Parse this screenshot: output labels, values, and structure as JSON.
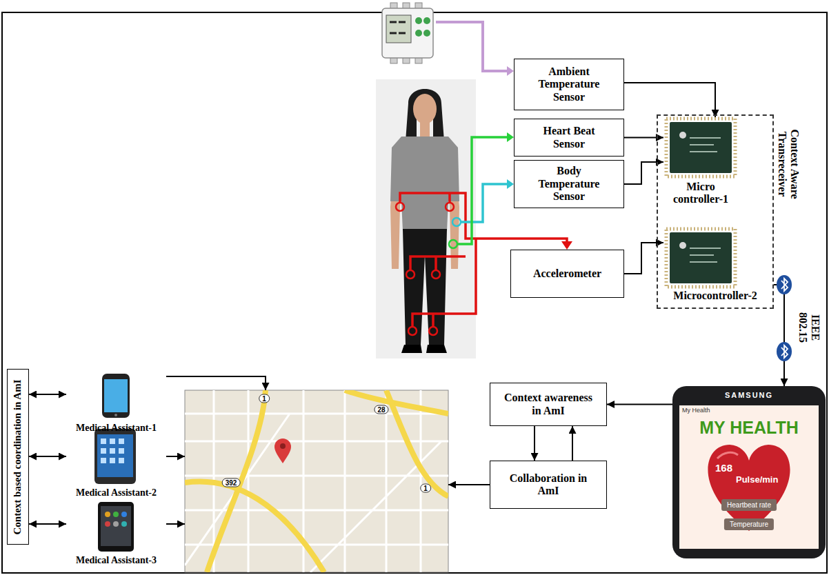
{
  "diagram": {
    "nodes": [
      {
        "text": [
          "Ambient Temperature Sensor"
        ]
      },
      {
        "text": [
          "Heart Beat Sensor"
        ]
      },
      {
        "text": [
          "Body Temperature Sensor"
        ]
      },
      {
        "text": [
          "Accelerometer"
        ]
      },
      {
        "text": [
          "Context Aware Transreceiver"
        ]
      },
      {
        "text": [
          "Micro controller-1"
        ],
        "in": 4
      },
      {
        "text": [
          "Microcontroller-2"
        ],
        "in": 4
      },
      {
        "text": [
          "SAMSUNG",
          "My Health",
          "MY HEALTH",
          "168",
          "Pulse/min",
          "Heartbeat rate",
          "Temperature"
        ]
      },
      {
        "text": [
          "Context awareness in AmI"
        ]
      },
      {
        "text": [
          "Collaboration in AmI"
        ]
      },
      {
        "text": [
          "1",
          "28",
          "392",
          "1"
        ]
      },
      {
        "text": [
          "Medical Assistant-1"
        ]
      },
      {
        "text": [
          "Medical Assistant-2"
        ]
      },
      {
        "text": [
          "Medical Assistant-3"
        ]
      },
      {
        "text": [
          "Context based coordination in AmI"
        ]
      }
    ],
    "edges": [
      {
        "from": 0,
        "to": 5,
        "arrow": "to"
      },
      {
        "from": 1,
        "to": 5,
        "arrow": "to"
      },
      {
        "from": 2,
        "to": 5,
        "arrow": "to"
      },
      {
        "from": 3,
        "to": 6,
        "arrow": "to"
      },
      {
        "from": 4,
        "to": 7,
        "arrow": "to"
      },
      {
        "from": 7,
        "to": 8,
        "arrow": "to"
      },
      {
        "from": 8,
        "to": 9,
        "arrow": "to"
      },
      {
        "from": 9,
        "to": 8,
        "arrow": "to"
      },
      {
        "from": 9,
        "to": 10,
        "arrow": "to"
      },
      {
        "from": 11,
        "to": 10,
        "arrow": "to"
      },
      {
        "from": 12,
        "to": 10,
        "arrow": "to"
      },
      {
        "from": 13,
        "to": 10,
        "arrow": "to"
      },
      {
        "from": 14,
        "to": 11,
        "arrow": "both"
      },
      {
        "from": 14,
        "to": 12,
        "arrow": "both"
      },
      {
        "from": 14,
        "to": 13,
        "arrow": "both"
      }
    ],
    "labels": [
      "IEEE 802.15"
    ]
  }
}
